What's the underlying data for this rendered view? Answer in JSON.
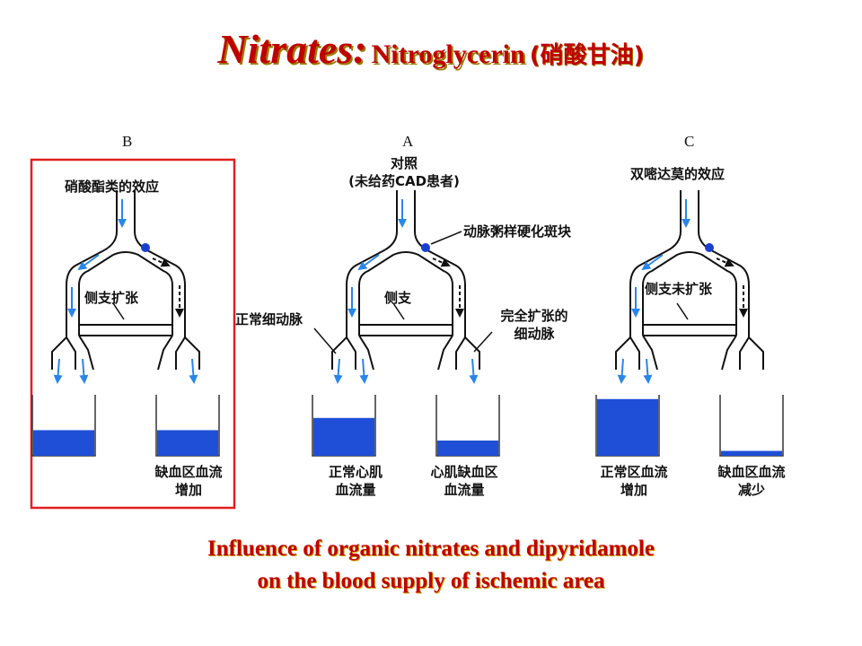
{
  "title": {
    "main": "Nitrates:",
    "sub": "Nitroglycerin",
    "cn": "(硝酸甘油)"
  },
  "panels": {
    "b": {
      "letter": "B",
      "heading": "硝酸酯类的效应",
      "collateral": "侧支扩张",
      "outcome_line1": "缺血区血流",
      "outcome_line2": "增加",
      "left_fill": 0.42,
      "right_fill": 0.42
    },
    "a": {
      "letter": "A",
      "heading_line1": "对照",
      "heading_line2": "(未给药CAD患者)",
      "plaque": "动脉粥样硬化斑块",
      "collateral": "侧支",
      "normal_artery": "正常细动脉",
      "dilated_line1": "完全扩张的",
      "dilated_line2": "细动脉",
      "left_line1": "正常心肌",
      "left_line2": "血流量",
      "right_line1": "心肌缺血区",
      "right_line2": "血流量",
      "left_fill": 0.62,
      "right_fill": 0.25
    },
    "c": {
      "letter": "C",
      "heading": "双嘧达莫的效应",
      "collateral": "侧支未扩张",
      "left_line1": "正常区血流",
      "left_line2": "增加",
      "right_line1": "缺血区血流",
      "right_line2": "减少",
      "left_fill": 0.93,
      "right_fill": 0.08
    }
  },
  "caption": {
    "line1": "Influence of organic nitrates and dipyridamole",
    "line2": "on the blood supply of ischemic area"
  },
  "colors": {
    "title": "#c00000",
    "liquid": "#1f4fd6",
    "arrow": "#2a86e8",
    "highlight_box": "#e02020"
  }
}
